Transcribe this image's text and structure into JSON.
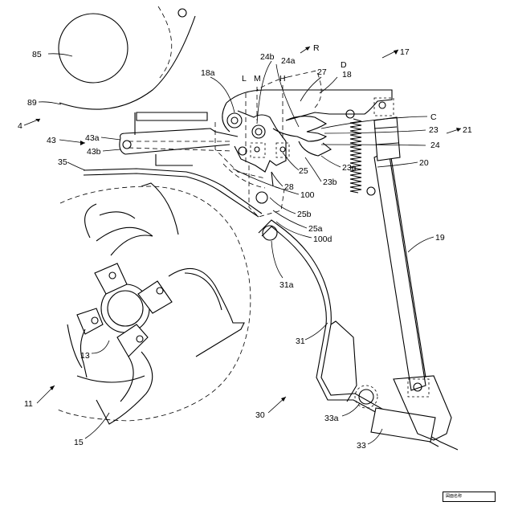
{
  "labels": {
    "l85": "85",
    "l89": "89",
    "l4": "4",
    "l43": "43",
    "l43a": "43a",
    "l43b": "43b",
    "l35": "35",
    "l13": "13",
    "l11": "11",
    "l15": "15",
    "l30": "30",
    "l31": "31",
    "l31a": "31a",
    "l33": "33",
    "l33a": "33a",
    "l19": "19",
    "l20": "20",
    "l21": "21",
    "l17": "17",
    "l18": "18",
    "l18a": "18a",
    "l27": "27",
    "lD": "D",
    "lR": "R",
    "l24b": "24b",
    "l24a": "24a",
    "lL": "L",
    "lM": "M",
    "lH": "H",
    "lC": "C",
    "l23": "23",
    "l24": "24",
    "l23a": "23a",
    "l23b": "23b",
    "l25": "25",
    "l28": "28",
    "l100": "100",
    "l25b": "25b",
    "l25a": "25a",
    "l100d": "100d"
  },
  "stamp": {
    "text": "図面名称"
  }
}
